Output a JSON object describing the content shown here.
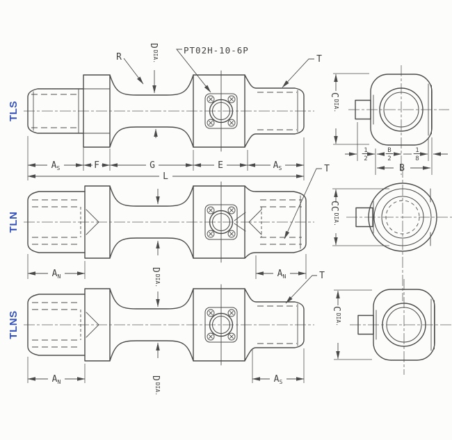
{
  "page": {
    "background": "#fcfcfa"
  },
  "colors": {
    "line": "#4a4a4a",
    "model_label": "#3552bb"
  },
  "models": [
    {
      "label": "TLS"
    },
    {
      "label": "TLN"
    },
    {
      "label": "TLNS"
    }
  ],
  "labels": {
    "connector": "PT02H-10-6P",
    "r": "R",
    "t": "T",
    "d": "D",
    "dia": "DIA.",
    "c": "C",
    "cc": "CC",
    "b": "B",
    "a": "A",
    "sub_s": "S",
    "sub_n": "N",
    "f": "F",
    "g": "G",
    "e": "E",
    "l": "L",
    "half_num": "1",
    "half_den": "2",
    "bhalf_num": "B",
    "bhalf_den": "2",
    "eighth_num": "1",
    "eighth_den": "8"
  }
}
